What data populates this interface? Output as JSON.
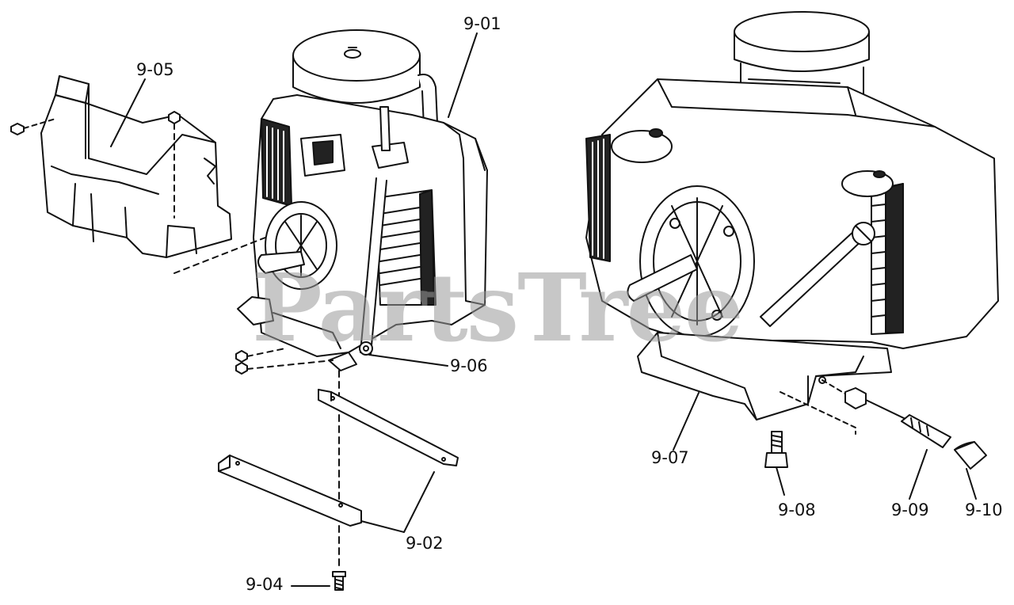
{
  "diagram": {
    "watermark": "PartsTree",
    "callouts": [
      {
        "id": "c901",
        "text": "9-01"
      },
      {
        "id": "c905",
        "text": "9-05"
      },
      {
        "id": "c906",
        "text": "9-06"
      },
      {
        "id": "c902",
        "text": "9-02"
      },
      {
        "id": "c904",
        "text": "9-04"
      },
      {
        "id": "c907",
        "text": "9-07"
      },
      {
        "id": "c908",
        "text": "9-08"
      },
      {
        "id": "c909",
        "text": "9-09"
      },
      {
        "id": "c910",
        "text": "9-10"
      }
    ]
  }
}
